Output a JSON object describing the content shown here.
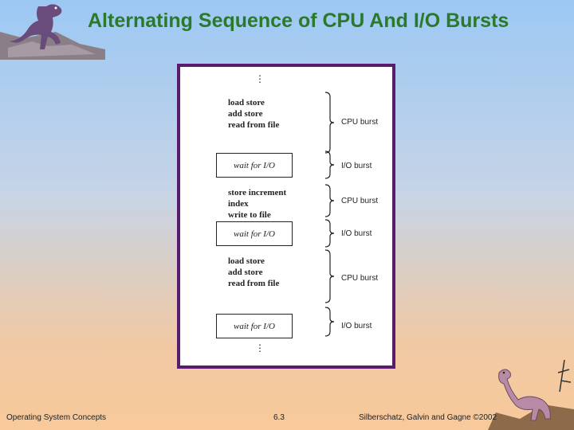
{
  "slide": {
    "title": "Alternating Sequence of CPU And I/O Bursts"
  },
  "diagram": {
    "top_dots": "⋮",
    "bottom_dots": "⋮",
    "blocks": [
      {
        "type": "cpu",
        "lines": [
          "load store",
          "add store",
          "read from file"
        ],
        "label": "CPU burst"
      },
      {
        "type": "io",
        "text": "wait for I/O",
        "label": "I/O burst"
      },
      {
        "type": "cpu",
        "lines": [
          "store increment",
          "index",
          "write to file"
        ],
        "label": "CPU burst"
      },
      {
        "type": "io",
        "text": "wait for I/O",
        "label": "I/O burst"
      },
      {
        "type": "cpu",
        "lines": [
          "load store",
          "add store",
          "read from file"
        ],
        "label": "CPU burst"
      },
      {
        "type": "io",
        "text": "wait for I/O",
        "label": "I/O burst"
      }
    ]
  },
  "footer": {
    "left": "Operating System Concepts",
    "center": "6.3",
    "right": "Silberschatz, Galvin and Gagne ©2002"
  },
  "colors": {
    "title": "#2a7a2a",
    "frame_border": "#5a1a6e"
  },
  "icons": [
    "dinosaur-top-icon",
    "dinosaur-bottom-icon"
  ]
}
